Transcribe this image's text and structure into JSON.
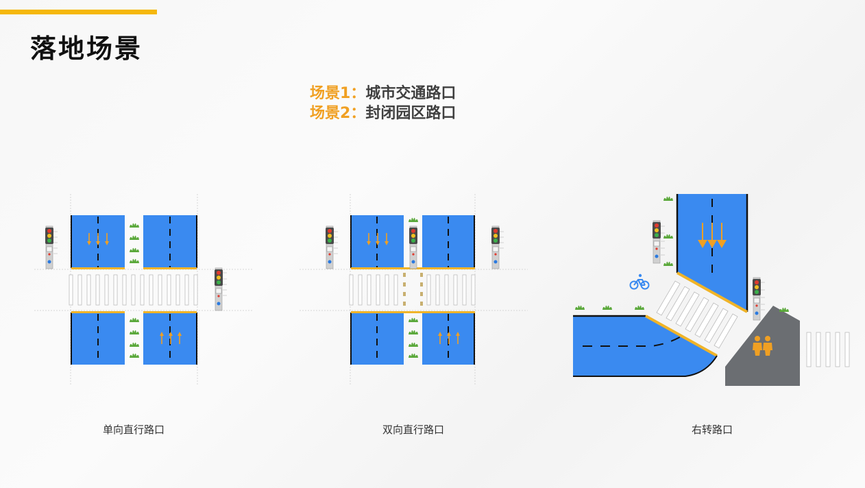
{
  "page": {
    "title": "落地场景"
  },
  "scenes": [
    {
      "label": "场景1：",
      "text": "城市交通路口"
    },
    {
      "label": "场景2：",
      "text": "封闭园区路口"
    }
  ],
  "diagrams": [
    {
      "caption": "单向直行路口"
    },
    {
      "caption": "双向直行路口"
    },
    {
      "caption": "右转路口"
    }
  ],
  "colors": {
    "accent": "#f5b80c",
    "scene_label": "#f0a023",
    "road": "#3a8af0",
    "curb": "#f0b428",
    "arrow": "#f0a023",
    "sidewalk": "#6b6e72"
  },
  "icons": [
    "traffic-light-icon",
    "grass-icon",
    "bicycle-icon",
    "pedestrians-icon",
    "arrow-icon"
  ]
}
